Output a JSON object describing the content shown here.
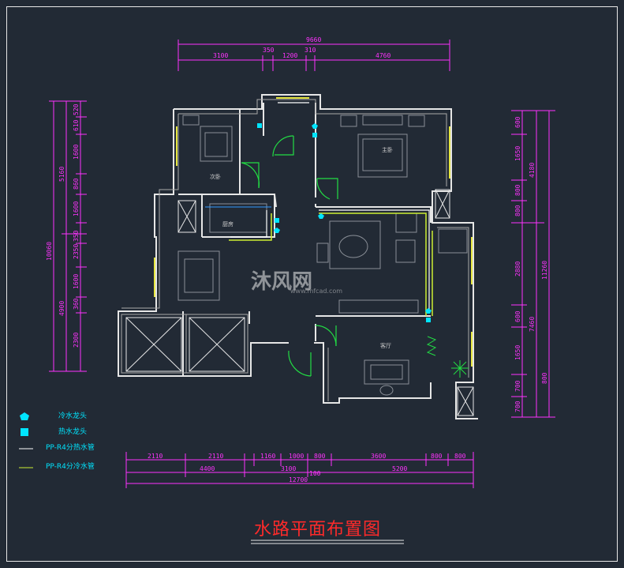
{
  "title": "水路平面布置图",
  "watermark": {
    "brand": "沐风网",
    "url": "www.mfcad.com"
  },
  "rooms": {
    "second_bedroom": "次卧",
    "master_bedroom": "主卧",
    "kitchen": "厨房",
    "living_room": "客厅"
  },
  "dims": {
    "top_total": "9660",
    "top_segments": [
      "3100",
      "350",
      "1200",
      "310",
      "4760"
    ],
    "left_total": "10060",
    "left_upper": "5160",
    "left_lower": "4900",
    "left_segments": [
      "520",
      "610",
      "1600",
      "860",
      "1600",
      "350",
      "2350",
      "1600",
      "360",
      "2300"
    ],
    "right_upper": "4180",
    "right_total": "11260",
    "right_lower": "7460",
    "right_segments": [
      "600",
      "1650",
      "800",
      "800",
      "2880",
      "600",
      "1650",
      "700",
      "700",
      "800"
    ],
    "bottom_segments": [
      "2110",
      "2110",
      "1160",
      "1000",
      "3600",
      "800",
      "800"
    ],
    "bottom_mid": [
      "4400",
      "3100",
      "5200"
    ],
    "bottom_total": "12700",
    "bottom_small": "100",
    "bottom_extra": "800"
  },
  "legend": [
    {
      "symbol": "pentagon",
      "color": "#00e5ff",
      "label": "冷水龙头"
    },
    {
      "symbol": "square",
      "color": "#00e5ff",
      "label": "热水龙头"
    },
    {
      "symbol": "line",
      "color": "#ffffff",
      "label": "PP-R4分热水管"
    },
    {
      "symbol": "line",
      "color": "#ccee33",
      "label": "PP-R4分冷水管"
    }
  ]
}
